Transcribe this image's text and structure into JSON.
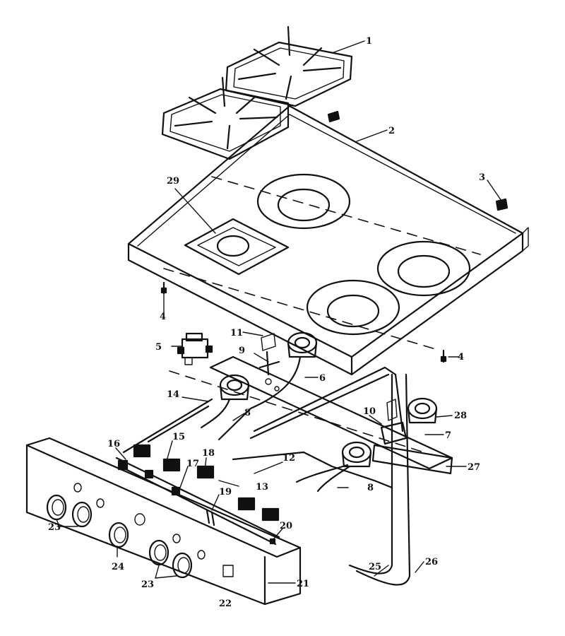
{
  "callouts": {
    "c1": "1",
    "c2": "2",
    "c3": "3",
    "c4a": "4",
    "c4b": "4",
    "c5": "5",
    "c6": "6",
    "c7": "7",
    "c8a": "8",
    "c8b": "8",
    "c9": "9",
    "c10": "10",
    "c11": "11",
    "c12": "12",
    "c13": "13",
    "c14": "14",
    "c15": "15",
    "c16": "16",
    "c17": "17",
    "c18": "18",
    "c19": "19",
    "c20": "20",
    "c21": "21",
    "c22": "22",
    "c23a": "23",
    "c23b": "23",
    "c24": "24",
    "c25": "25",
    "c26": "26",
    "c27": "27",
    "c28": "28",
    "c29": "29"
  }
}
